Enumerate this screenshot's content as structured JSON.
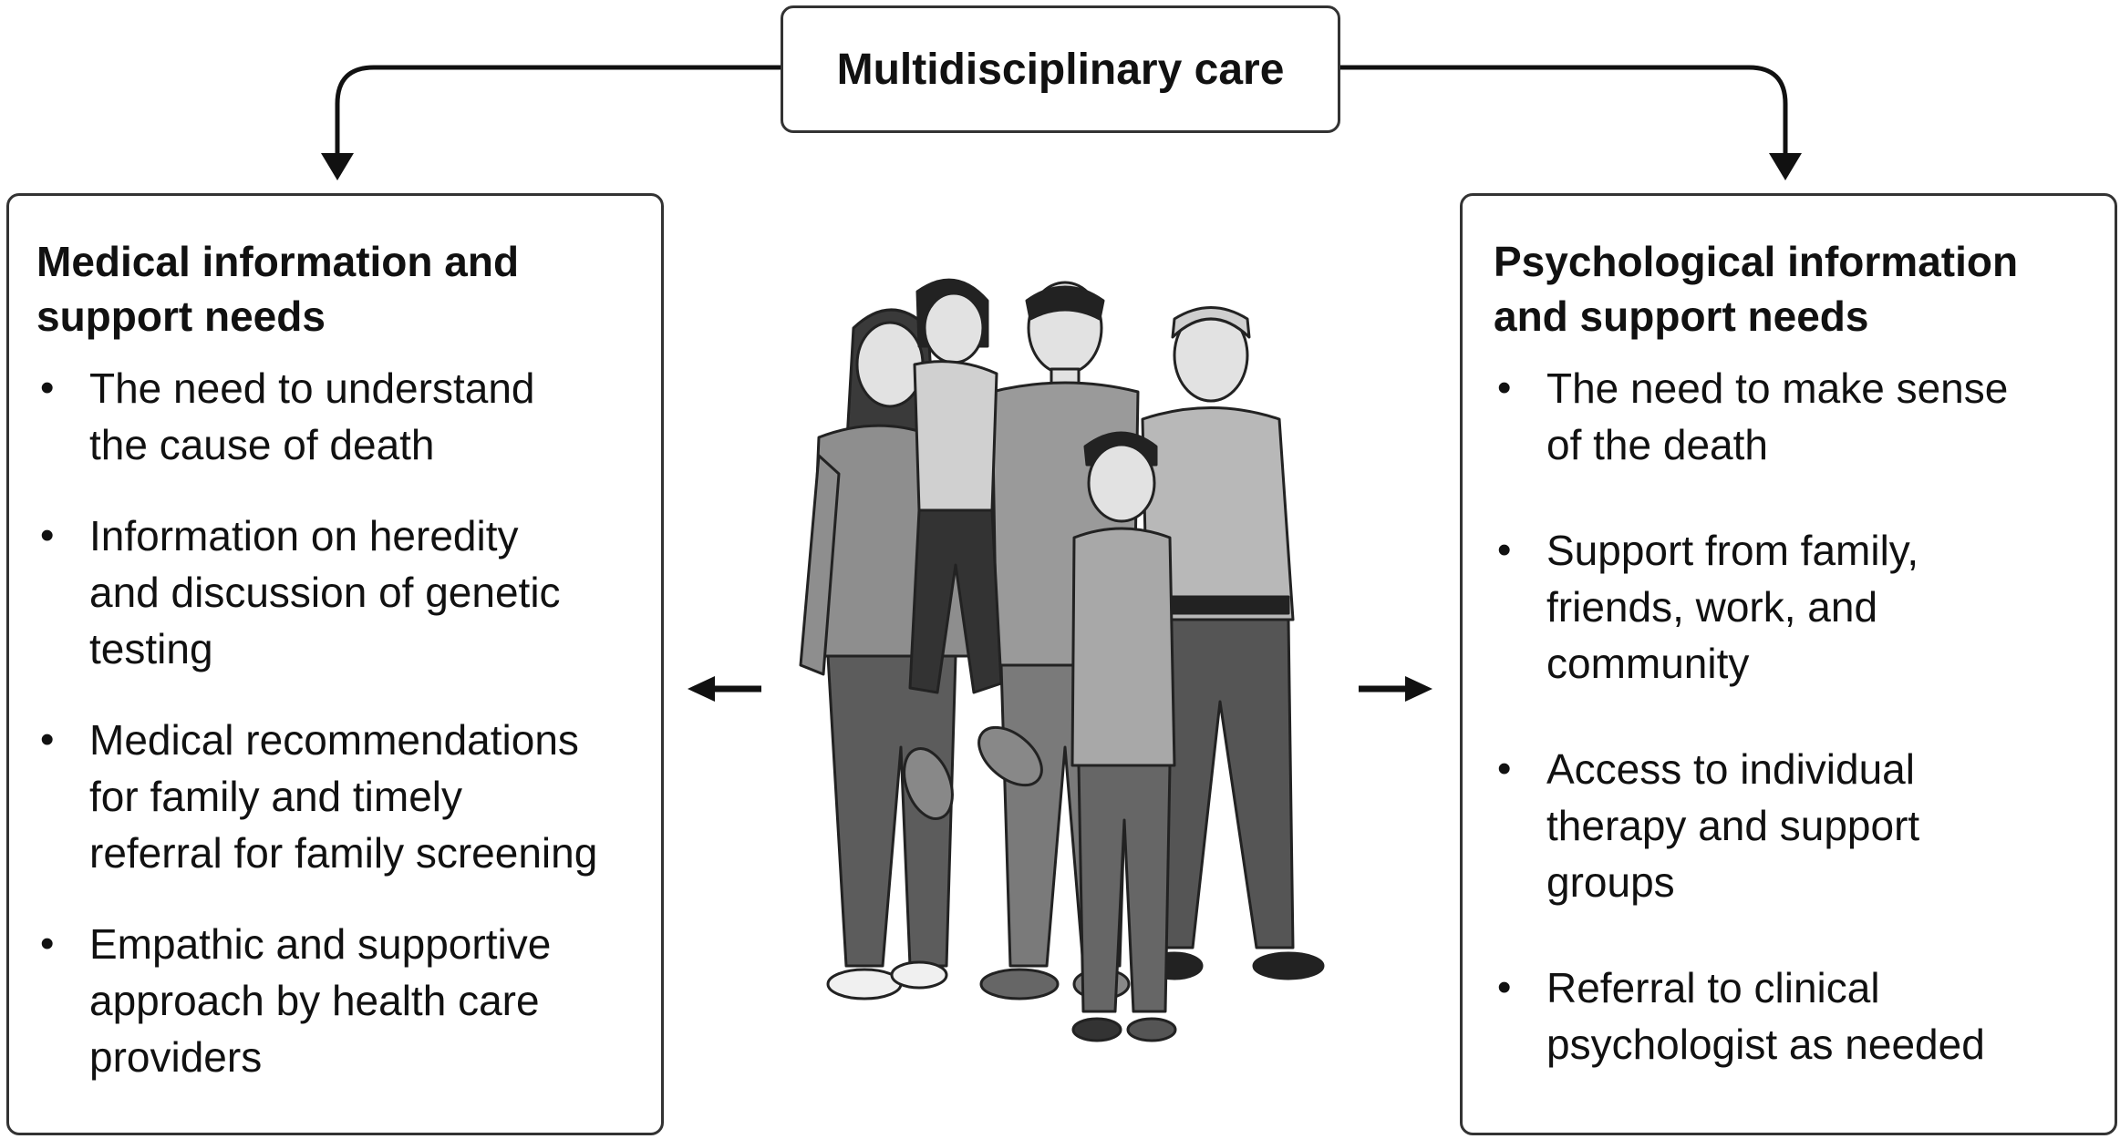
{
  "header": {
    "title": "Multidisciplinary care"
  },
  "left_panel": {
    "title_line1": "Medical information and",
    "title_line2": "support needs",
    "items": [
      {
        "line1": "The need to understand",
        "line2": "the cause of death",
        "line3": ""
      },
      {
        "line1": "Information on heredity",
        "line2": "and discussion of genetic",
        "line3": "testing"
      },
      {
        "line1": "Medical recommendations",
        "line2": "for family and timely",
        "line3": "referral for family screening"
      },
      {
        "line1": "Empathic and supportive",
        "line2": "approach by health care",
        "line3": "providers"
      }
    ]
  },
  "right_panel": {
    "title_line1": "Psychological information",
    "title_line2": "and support needs",
    "items": [
      {
        "line1": "The need to make sense",
        "line2": "of the death",
        "line3": ""
      },
      {
        "line1": "Support from family,",
        "line2": "friends, work, and",
        "line3": "community"
      },
      {
        "line1": "Access to individual",
        "line2": "therapy and support",
        "line3": "groups"
      },
      {
        "line1": "Referral to clinical",
        "line2": "psychologist as needed",
        "line3": ""
      }
    ]
  },
  "illustration": {
    "icon": "family-illustration-icon"
  }
}
